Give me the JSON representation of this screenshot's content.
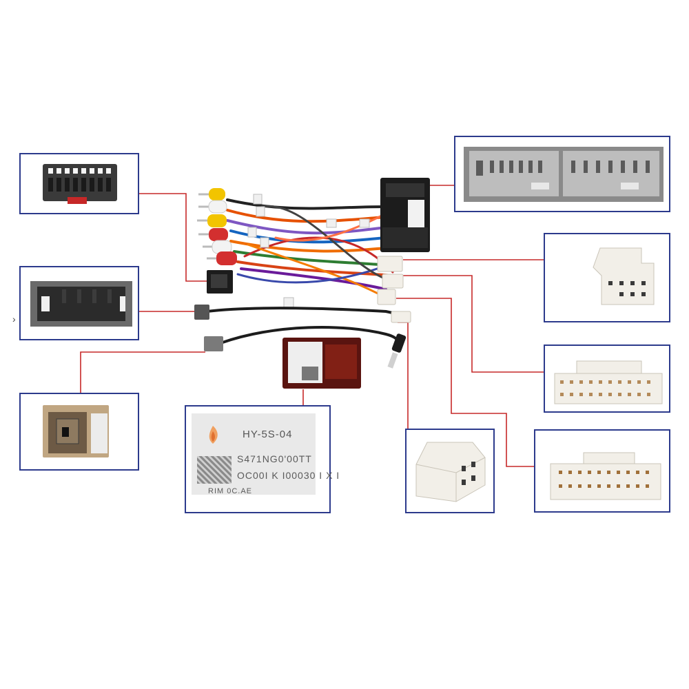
{
  "label_card": {
    "model": "HY-5S-04",
    "line1": "S471NG0'00TT",
    "line2": "OC00I K I00030 I X I",
    "line3": "RIM 0C.AE"
  },
  "colors": {
    "frame_border": "#2c3a8c",
    "leader_line": "#c62828",
    "connector_white": "#f2efe8",
    "connector_black": "#1c1c1c",
    "rca_red": "#d32f2f",
    "rca_yellow": "#f2c400",
    "rca_white": "#f3f3f3"
  },
  "icons": {
    "expand_arrow": "chevron-right-icon"
  }
}
